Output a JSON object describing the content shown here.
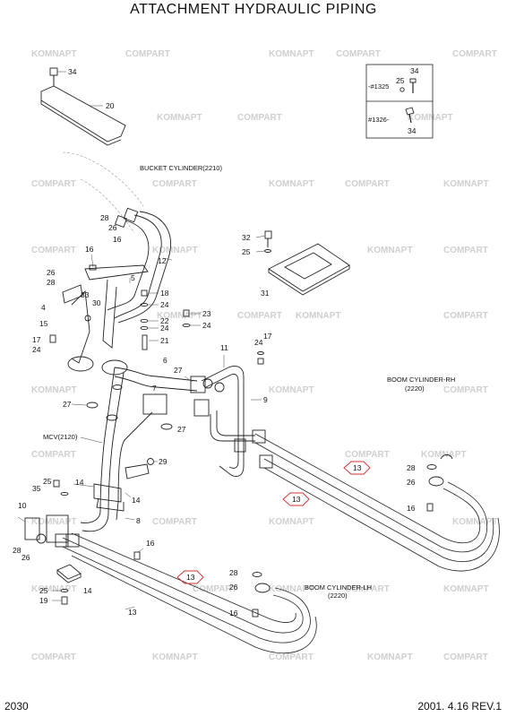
{
  "title": "ATTACHMENT HYDRAULIC PIPING",
  "footer": {
    "page": "2030",
    "date_rev": "2001. 4.16  REV.1"
  },
  "watermark": {
    "text_a": "KOMNAPT",
    "text_b": "COMPART"
  },
  "component_labels": {
    "bucket_cylinder": "BUCKET CYLINDER(2210)",
    "boom_cylinder_rh_1": "BOOM  CYLINDER-RH",
    "boom_cylinder_rh_2": "(2220)",
    "boom_cylinder_lh_1": "BOOM  CYLINDER-LH",
    "boom_cylinder_lh_2": "(2220)",
    "mcv": "MCV(2120)"
  },
  "inset": {
    "upper_label": "-#1325",
    "lower_label": "#1326-"
  },
  "callouts": {
    "c34a": "34",
    "c20": "20",
    "c34b": "34",
    "c25a": "25",
    "c34c": "34",
    "c28a": "28",
    "c26a": "26",
    "c16a": "16",
    "c16b": "16",
    "c12": "12",
    "c5": "5",
    "c26b": "26",
    "c28b": "28",
    "c33": "33",
    "c4": "4",
    "c30": "30",
    "c15": "15",
    "c17a": "17",
    "c24a": "24",
    "c18": "18",
    "c24b": "24",
    "c22": "22",
    "c24c": "24",
    "c21": "21",
    "c23": "23",
    "c24d": "24",
    "c32": "32",
    "c25b": "25",
    "c31": "31",
    "c11": "11",
    "c24e": "24",
    "c17b": "17",
    "c6": "6",
    "c27a": "27",
    "c7": "7",
    "c27b": "27",
    "c27c": "27",
    "c9": "9",
    "c29": "29",
    "c25c": "25",
    "c35": "35",
    "c14a": "14",
    "c14b": "14",
    "c10": "10",
    "c8": "8",
    "c28c": "28",
    "c26c": "26",
    "c16c": "16",
    "c25d": "25",
    "c14c": "14",
    "c19": "19",
    "c13a": "13",
    "c28d": "28",
    "c26d": "26",
    "c16d": "16",
    "c28e": "28",
    "c26e": "26",
    "c16e": "16"
  },
  "hex_callouts": {
    "h1": "13",
    "h2": "13",
    "h3": "13"
  },
  "colors": {
    "line": "#222222",
    "hex_outline": "#d32f2f",
    "watermark": "#d0d0d0"
  }
}
